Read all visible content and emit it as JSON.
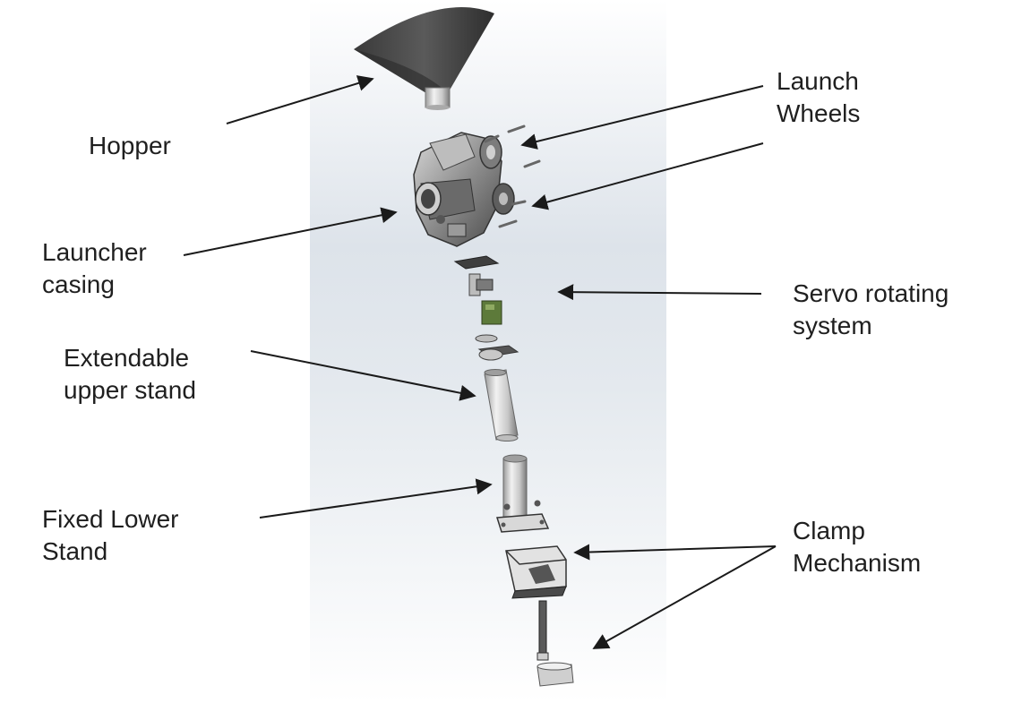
{
  "labels": {
    "hopper": "Hopper",
    "launch_wheels": [
      "Launch",
      "Wheels"
    ],
    "launcher_casing": [
      "Launcher",
      "casing"
    ],
    "servo_system": [
      "Servo rotating",
      "system"
    ],
    "upper_stand": [
      "Extendable",
      "upper stand"
    ],
    "lower_stand": [
      "Fixed Lower",
      "Stand"
    ],
    "clamp": [
      "Clamp",
      "Mechanism"
    ]
  },
  "colors": {
    "panel_top": "#ffffff",
    "panel_mid": "#d9dfe6",
    "panel_bottom": "#ffffff",
    "part_dark": "#4a4a4a",
    "part_mid": "#8c8c8c",
    "part_light": "#d6d6d6",
    "servo_green": "#5d7a3a",
    "arrow": "#1a1a1a"
  }
}
